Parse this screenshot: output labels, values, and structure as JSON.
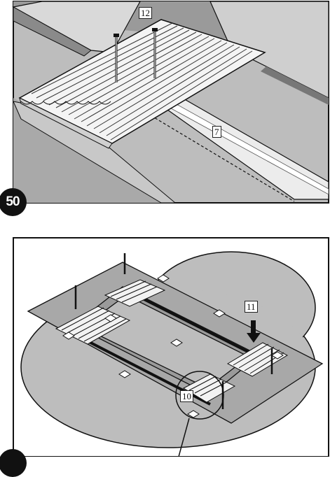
{
  "steps": {
    "step_50": "50",
    "step_next": ""
  },
  "labels": {
    "part_12": "12",
    "part_7": "7",
    "part_11": "11",
    "part_10": "10"
  }
}
